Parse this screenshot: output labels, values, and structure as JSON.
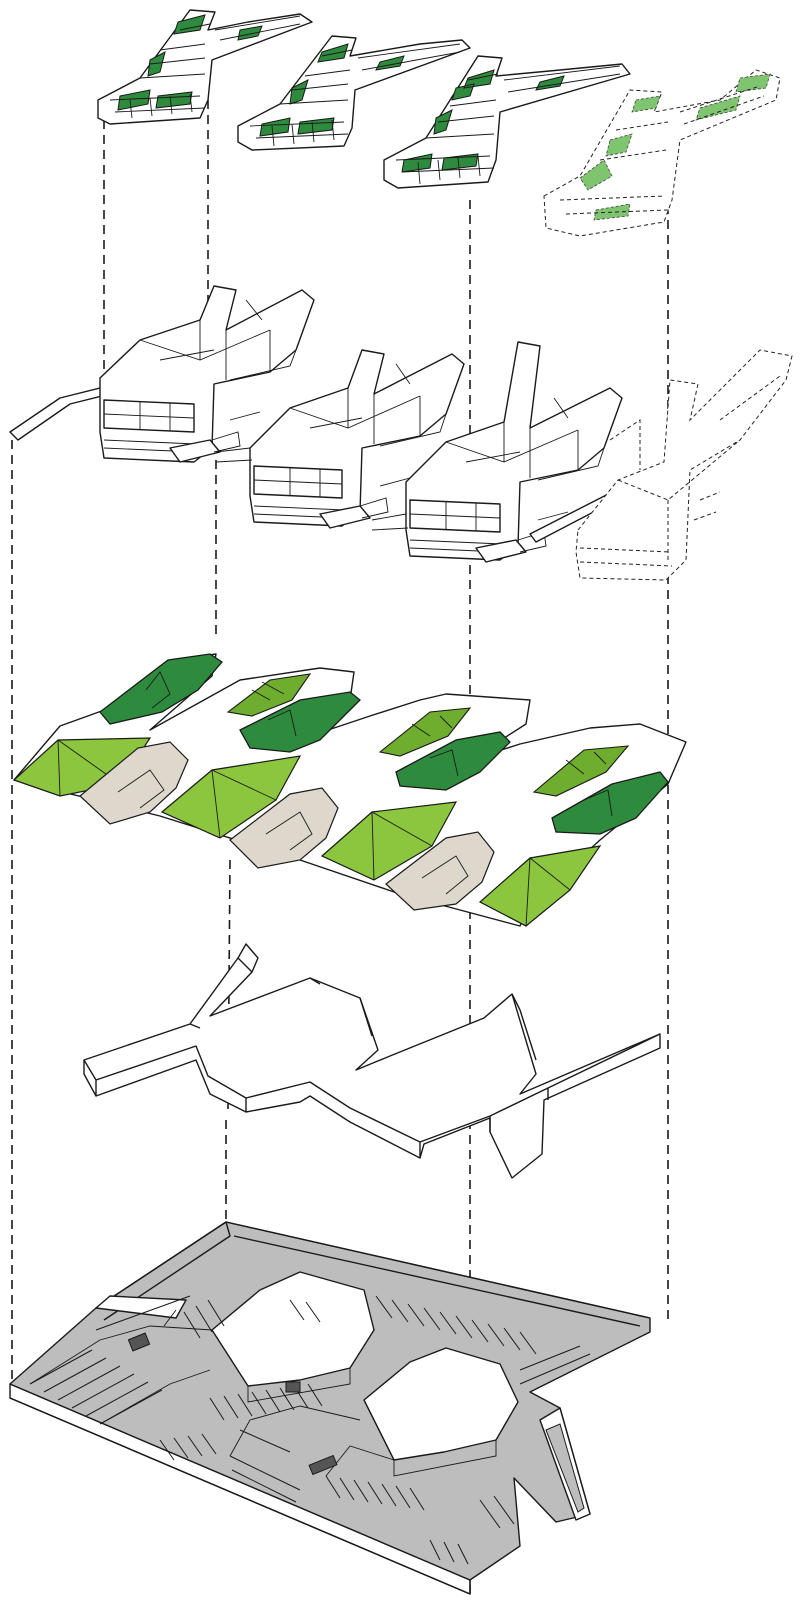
{
  "diagram": {
    "layers": [
      {
        "id": "roof-modules"
      },
      {
        "id": "building-volumes"
      },
      {
        "id": "landscape-plan"
      },
      {
        "id": "podium-slab"
      },
      {
        "id": "parking-level"
      }
    ]
  },
  "colors": {
    "background": "#ffffff",
    "line": "#1a1a1a",
    "dark_green": "#2e8b3e",
    "mid_green": "#6fad2e",
    "light_green": "#8cc63f",
    "pale_green": "#7fc46e",
    "beige": "#ddd8cb",
    "parking_gray": "#bdbdbd",
    "white": "#ffffff"
  }
}
